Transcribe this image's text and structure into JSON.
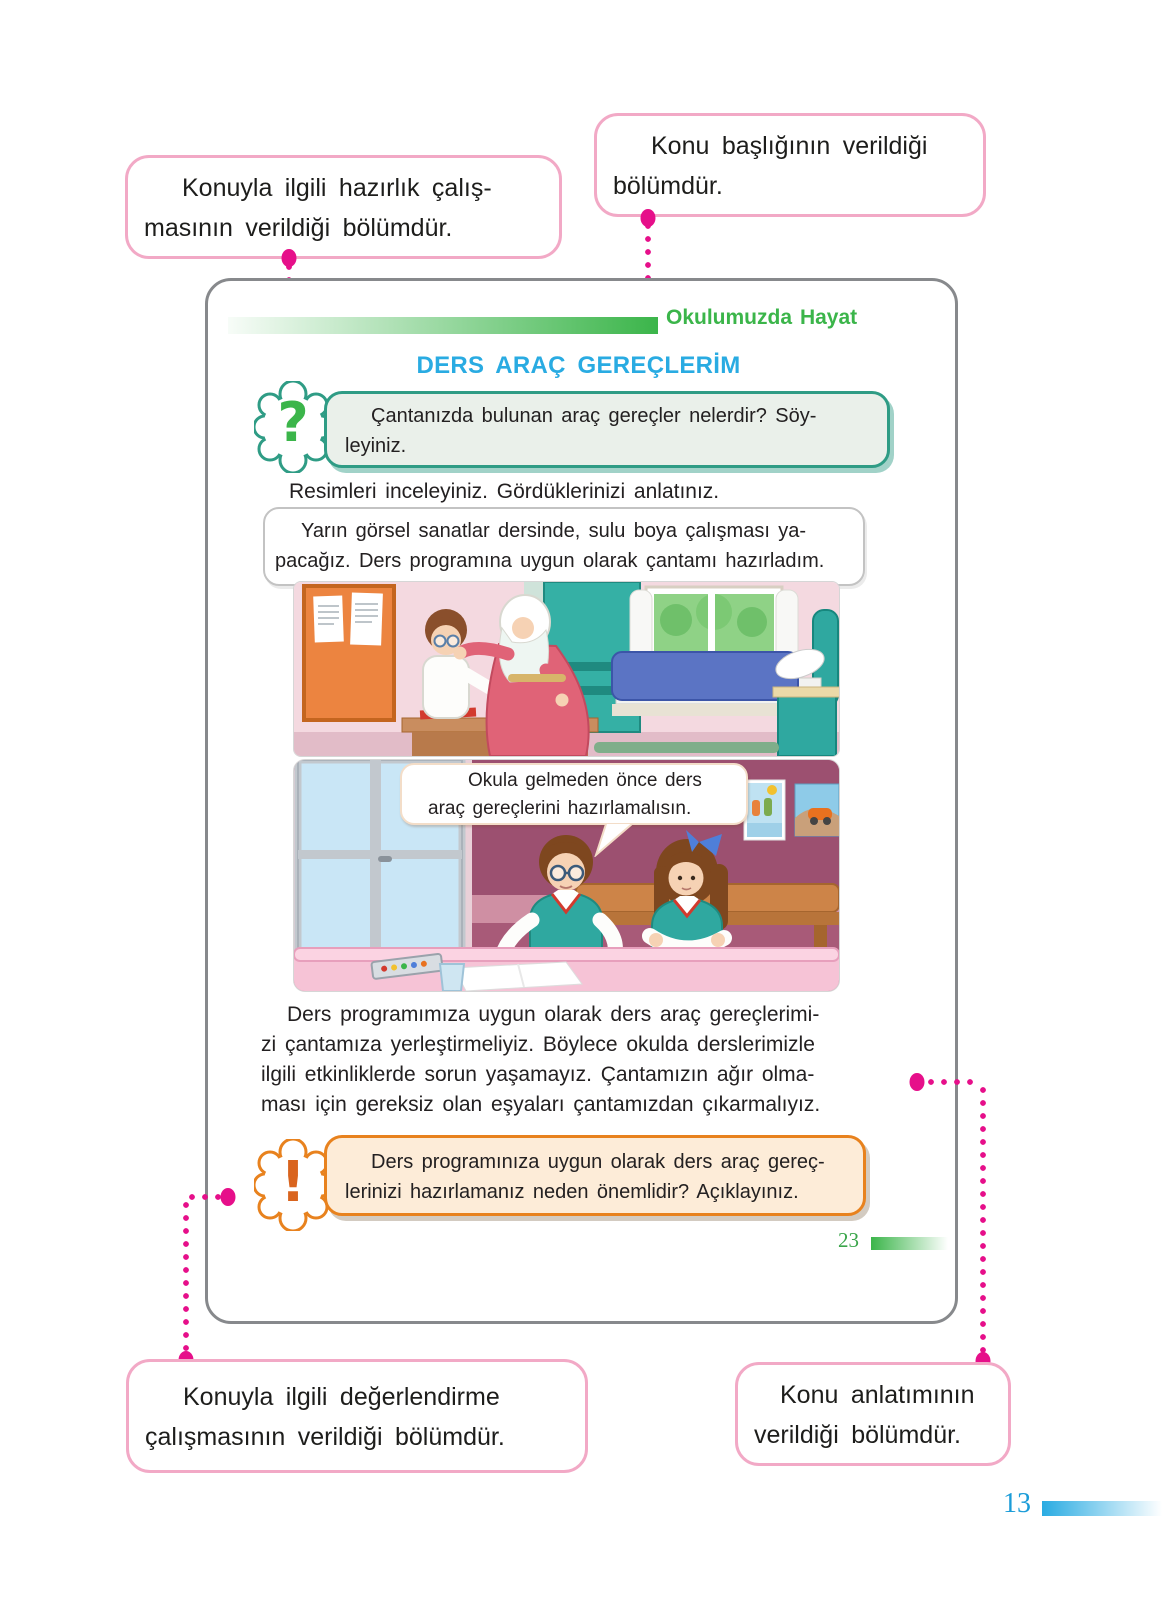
{
  "colors": {
    "magenta": "#e60f8a",
    "pink_border": "#f2a9c6",
    "green": "#3bb54a",
    "blue": "#29abe2",
    "teal_border": "#2f9c85",
    "orange_border": "#e8821e",
    "text": "#231f20"
  },
  "callouts": {
    "top_left": {
      "lines": [
        "Konuyla ilgili hazırlık çalış-",
        "masının verildiği bölümdür."
      ]
    },
    "top_right": {
      "lines": [
        "Konu başlığının verildiği",
        "bölümdür."
      ]
    },
    "bottom_left": {
      "lines": [
        "Konuyla ilgili değerlendirme",
        "çalışmasının verildiği bölümdür."
      ]
    },
    "bottom_right": {
      "lines": [
        "Konu anlatımının",
        "verildiği bölümdür."
      ]
    }
  },
  "page": {
    "unit_label": "Okulumuzda Hayat",
    "title": "DERS ARAÇ GEREÇLERİM",
    "question_icon": "?",
    "question_box": {
      "lines": [
        "Çantanızda bulunan araç gereçler nelerdir? Söy-",
        "leyiniz."
      ]
    },
    "instruction": "Resimleri inceleyiniz. Gördüklerinizi anlatınız.",
    "speech_bubble_1": {
      "lines": [
        "Yarın görsel sanatlar dersinde, sulu boya çalışması ya-",
        "pacağız. Ders programına uygun olarak çantamı hazırladım."
      ]
    },
    "speech_bubble_2": {
      "lines": [
        "Okula gelmeden önce ders",
        "araç gereçlerini hazırlamalısın."
      ]
    },
    "paragraph": {
      "lines": [
        "Ders programımıza uygun olarak ders araç gereçlerimi-",
        "zi çantamıza yerleştirmeliyiz. Böylece okulda derslerimizle",
        "ilgili etkinliklerde sorun yaşamayız. Çantamızın ağır olma-",
        "ması için gereksiz olan eşyaları çantamızdan çıkarmalıyız."
      ]
    },
    "exclamation_icon": "!",
    "evaluation_box": {
      "lines": [
        "Ders programınıza uygun olarak ders araç gereç-",
        "lerinizi hazırlamanız neden önemlidir? Açıklayınız."
      ]
    },
    "page_number": "23"
  },
  "footer": {
    "page_number": "13"
  }
}
